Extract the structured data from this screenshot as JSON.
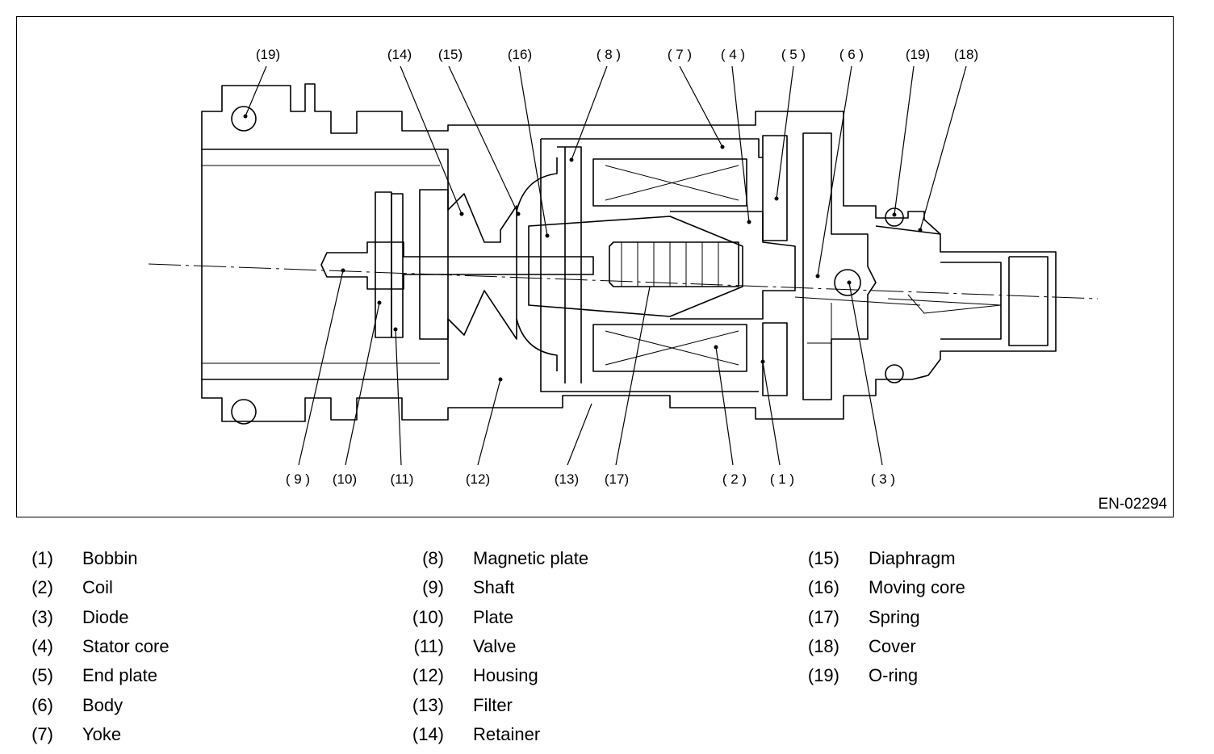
{
  "figure_id": "EN-02294",
  "callouts": [
    "(19)",
    "(14)",
    "(15)",
    "(16)",
    "( 8 )",
    "( 7 )",
    "( 4 )",
    "( 5 )",
    "( 6 )",
    "(19)",
    "(18)",
    "( 9 )",
    "(10)",
    "(11)",
    "(12)",
    "(13)",
    "(17)",
    "( 2 )",
    "( 1 )",
    "( 3 )"
  ],
  "legend": {
    "col1": [
      {
        "num": "(1)",
        "name": "Bobbin"
      },
      {
        "num": "(2)",
        "name": "Coil"
      },
      {
        "num": "(3)",
        "name": "Diode"
      },
      {
        "num": "(4)",
        "name": "Stator core"
      },
      {
        "num": "(5)",
        "name": "End plate"
      },
      {
        "num": "(6)",
        "name": "Body"
      },
      {
        "num": "(7)",
        "name": "Yoke"
      }
    ],
    "col2": [
      {
        "num": "(8)",
        "name": "Magnetic plate"
      },
      {
        "num": "(9)",
        "name": "Shaft"
      },
      {
        "num": "(10)",
        "name": "Plate"
      },
      {
        "num": "(11)",
        "name": "Valve"
      },
      {
        "num": "(12)",
        "name": "Housing"
      },
      {
        "num": "(13)",
        "name": "Filter"
      },
      {
        "num": "(14)",
        "name": "Retainer"
      }
    ],
    "col3": [
      {
        "num": "(15)",
        "name": "Diaphragm"
      },
      {
        "num": "(16)",
        "name": "Moving core"
      },
      {
        "num": "(17)",
        "name": "Spring"
      },
      {
        "num": "(18)",
        "name": "Cover"
      },
      {
        "num": "(19)",
        "name": "O-ring"
      }
    ]
  }
}
